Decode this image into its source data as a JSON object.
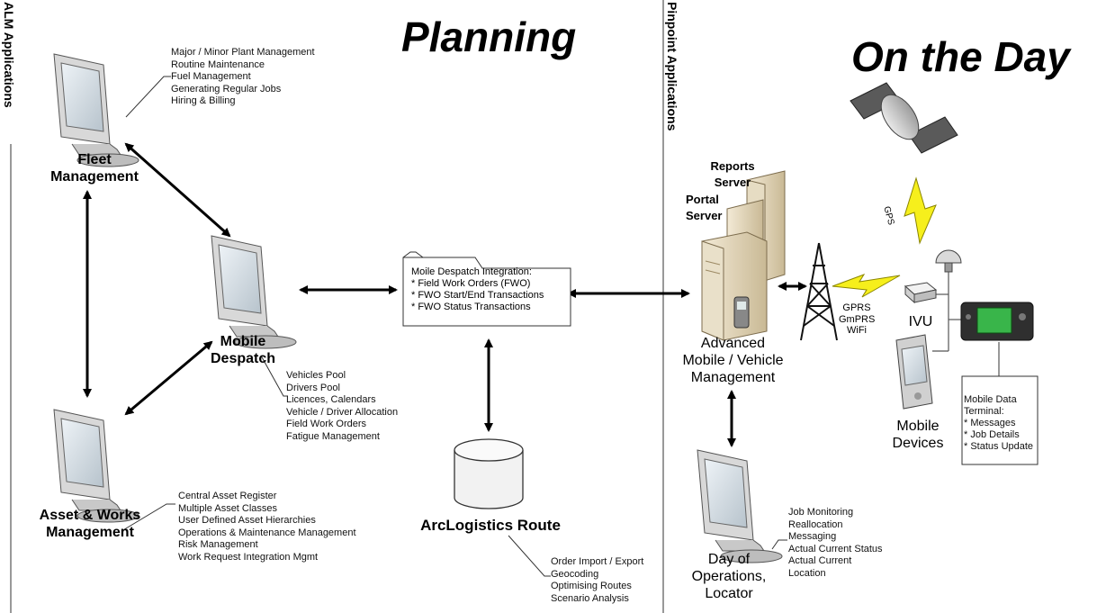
{
  "titles": {
    "planning": "Planning",
    "on_the_day": "On the Day"
  },
  "side_labels": {
    "alm": "ALM Applications",
    "pinpoint": "Pinpoint Applications"
  },
  "fleet": {
    "label": "Fleet\nManagement",
    "features": [
      "Major / Minor Plant Management",
      "Routine Maintenance",
      "Fuel Management",
      "Generating Regular Jobs",
      "Hiring & Billing"
    ]
  },
  "mobile_despatch": {
    "label": "Mobile\nDespatch",
    "features": [
      "Vehicles Pool",
      "Drivers Pool",
      "Licences, Calendars",
      "Vehicle / Driver Allocation",
      "Field Work Orders",
      "Fatigue Management"
    ]
  },
  "asset_works": {
    "label": "Asset & Works\nManagement",
    "features": [
      "Central Asset Register",
      "Multiple Asset Classes",
      "User Defined Asset Hierarchies",
      "Operations & Maintenance Management",
      "Risk Management",
      "Work Request Integration Mgmt"
    ]
  },
  "integration": {
    "title": "Moile Despatch Integration:",
    "items": [
      "* Field Work Orders (FWO)",
      "* FWO Start/End Transactions",
      "* FWO Status Transactions"
    ]
  },
  "arclogistics": {
    "label": "ArcLogistics Route",
    "features": [
      "Order Import / Export",
      "Geocoding",
      "Optimising Routes",
      "Scenario Analysis"
    ]
  },
  "servers": {
    "reports": "Reports\nServer",
    "portal": "Portal\nServer"
  },
  "avm": {
    "label": "Advanced\nMobile / Vehicle\nManagement"
  },
  "wireless": {
    "networks": "GPRS\nGmPRS\nWiFi",
    "gps": "GPS"
  },
  "ivu": {
    "label": "IVU"
  },
  "mobile_devices": {
    "label": "Mobile\nDevices"
  },
  "mdt": {
    "title": "Mobile Data\nTerminal:",
    "items": [
      "* Messages",
      "* Job Details",
      "* Status Update"
    ]
  },
  "day_ops": {
    "label": "Day of\nOperations,\nLocator",
    "features": [
      "Job Monitoring",
      "Reallocation",
      "Messaging",
      "Actual Current Status",
      "Actual Current",
      "Location"
    ]
  }
}
